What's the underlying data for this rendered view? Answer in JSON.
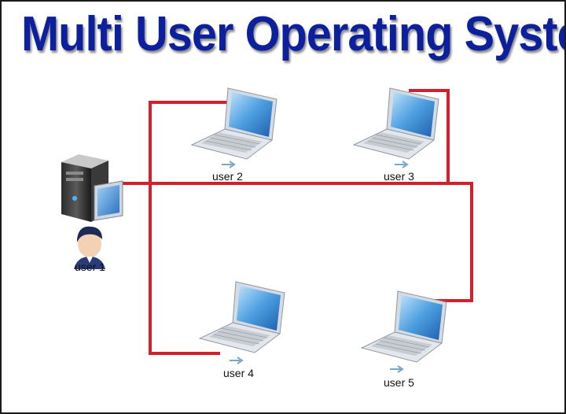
{
  "title": "Multi User Operating System",
  "colors": {
    "title": "#0c1f9c",
    "connection": "#d4202c",
    "screen": "#3f8fd6",
    "frame": "#1b1b1b"
  },
  "nodes": [
    {
      "id": "user1",
      "label": "user 1",
      "device": "server-icon"
    },
    {
      "id": "user2",
      "label": "user 2",
      "device": "laptop-icon"
    },
    {
      "id": "user3",
      "label": "user 3",
      "device": "laptop-icon"
    },
    {
      "id": "user4",
      "label": "user 4",
      "device": "laptop-icon"
    },
    {
      "id": "user5",
      "label": "user 5",
      "device": "laptop-icon"
    }
  ]
}
